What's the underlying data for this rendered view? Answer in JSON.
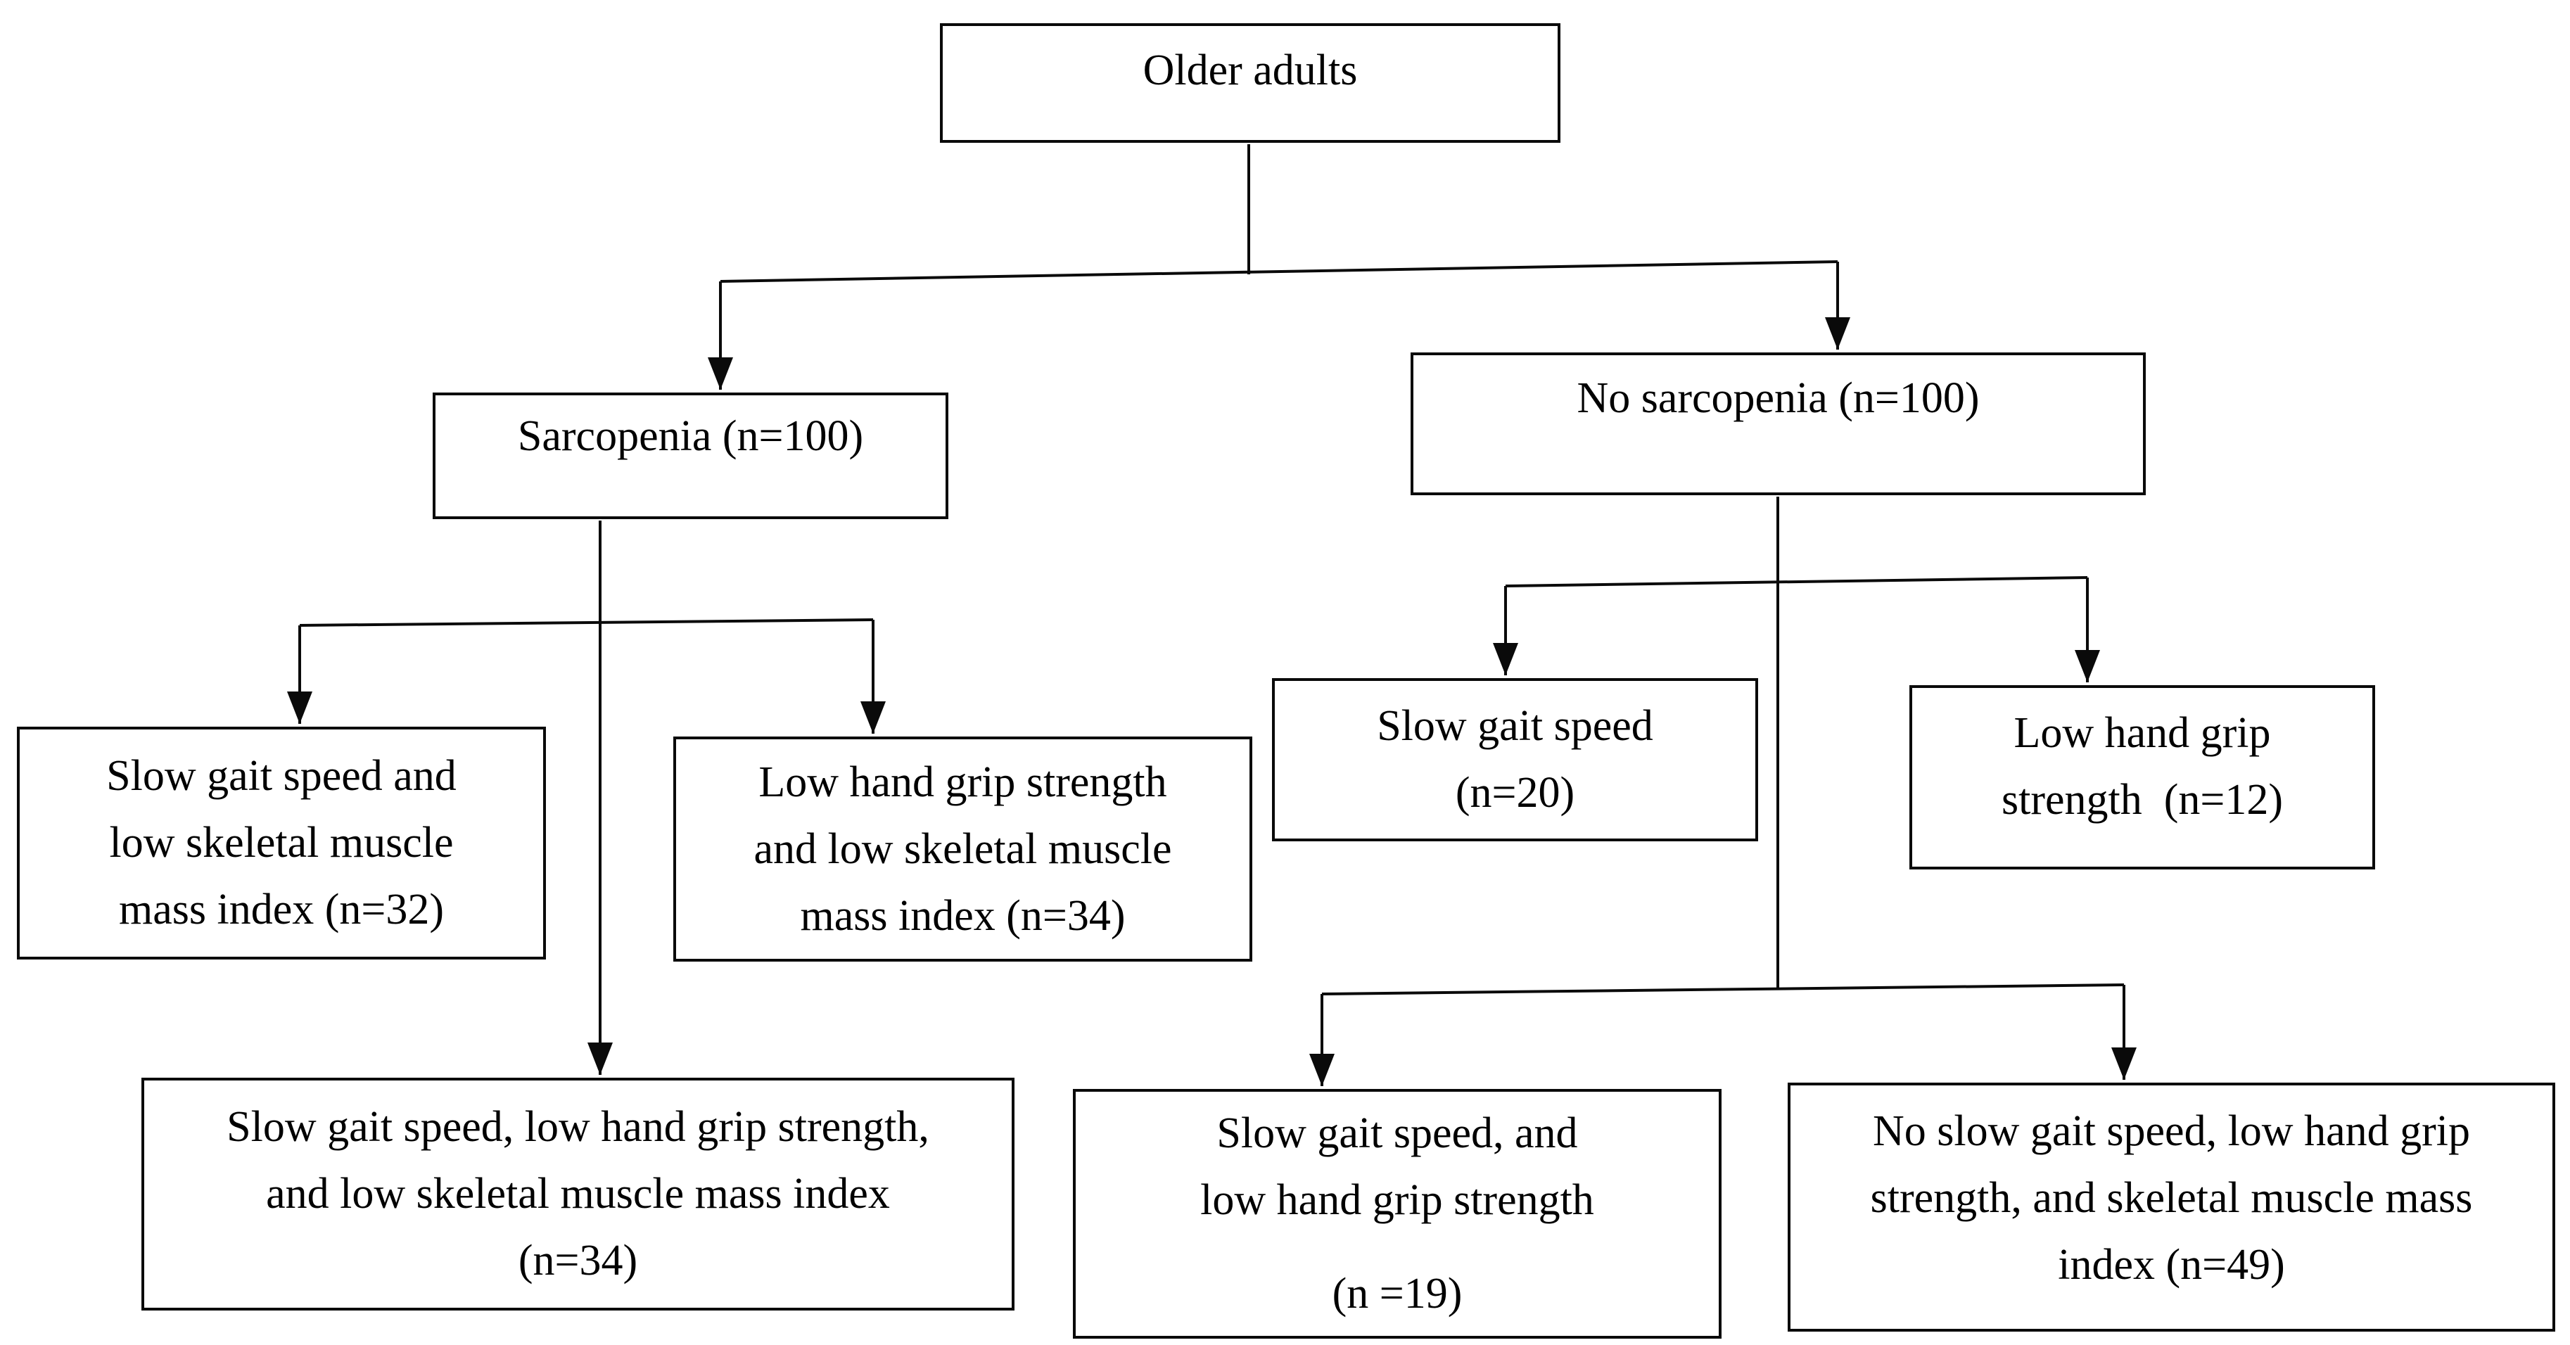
{
  "figure": {
    "type": "flowchart",
    "background_color": "#ffffff",
    "line_color": "#0a0a0a",
    "nodes": {
      "older_adults": {
        "label": "Older adults"
      },
      "sarcopenia": {
        "label": "Sarcopenia (n=100)",
        "n": 100
      },
      "no_sarcopenia": {
        "label": "No sarcopenia (n=100)",
        "n": 100
      },
      "slow_gait_low_smi": {
        "n": 32,
        "lines": [
          "Slow gait speed and",
          "low skeletal muscle",
          "mass index (n=32)"
        ]
      },
      "low_grip_low_smi": {
        "n": 34,
        "lines": [
          "Low hand grip strength",
          "and low skeletal muscle",
          "mass index (n=34)"
        ]
      },
      "all_three_criteria": {
        "n": 34,
        "lines": [
          "Slow gait speed, low hand grip strength,",
          "and low skeletal muscle mass index",
          "(n=34)"
        ]
      },
      "slow_gait_only": {
        "n": 20,
        "lines": [
          "Slow gait speed",
          "(n=20)"
        ]
      },
      "low_grip_only": {
        "n": 12,
        "lines": [
          "Low hand grip",
          "strength  (n=12)"
        ]
      },
      "slow_gait_and_low_grip": {
        "n": 19,
        "lines": [
          "Slow gait speed, and",
          "low hand grip strength",
          "(n =19)"
        ]
      },
      "no_criteria": {
        "n": 49,
        "lines": [
          "No slow gait speed, low hand grip",
          "strength, and skeletal muscle mass",
          "index (n=49)"
        ]
      }
    }
  }
}
